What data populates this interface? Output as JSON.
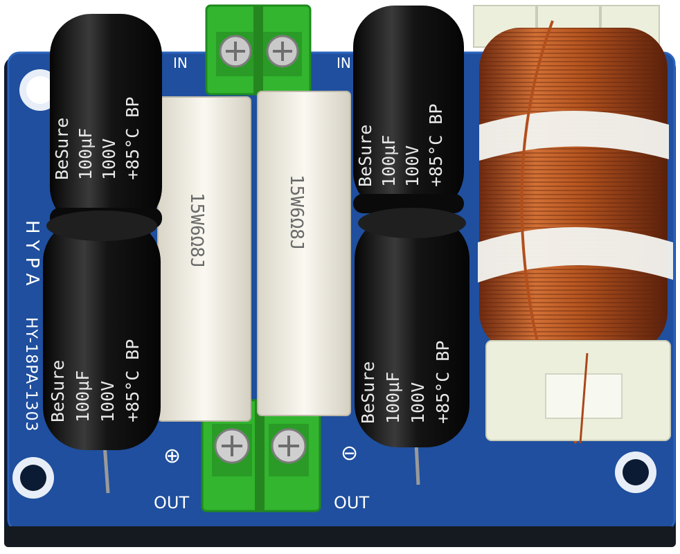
{
  "board": {
    "model": "HY-18PA-1303",
    "brand": "HYPA",
    "input_left_label": "IN",
    "input_right_label": "IN",
    "output_left_label": "OUT",
    "output_right_label": "OUT",
    "output_left_polarity": "⊕",
    "output_right_polarity": "⊖"
  },
  "capacitors": [
    {
      "brand": "BeSure",
      "capacitance": "100µF",
      "voltage": "100V",
      "spec": "+85°C BP"
    },
    {
      "brand": "BeSure",
      "capacitance": "100µF",
      "voltage": "100V",
      "spec": "+85°C BP"
    },
    {
      "brand": "BeSure",
      "capacitance": "100µF",
      "voltage": "100V",
      "spec": "+85°C BP"
    },
    {
      "brand": "BeSure",
      "capacitance": "100µF",
      "voltage": "100V",
      "spec": "+85°C BP"
    }
  ],
  "resistors": [
    {
      "marking": "15W6Ω8J"
    },
    {
      "marking": "15W6Ω8J"
    }
  ],
  "colors": {
    "pcb": "#1f4f9e",
    "pcb_edge": "#163a78",
    "capacitor": "#151515",
    "resistor": "#f4f1e6",
    "terminal": "#3fc33a",
    "copper": "#c4622a",
    "bobbin": "#ecefdc"
  }
}
